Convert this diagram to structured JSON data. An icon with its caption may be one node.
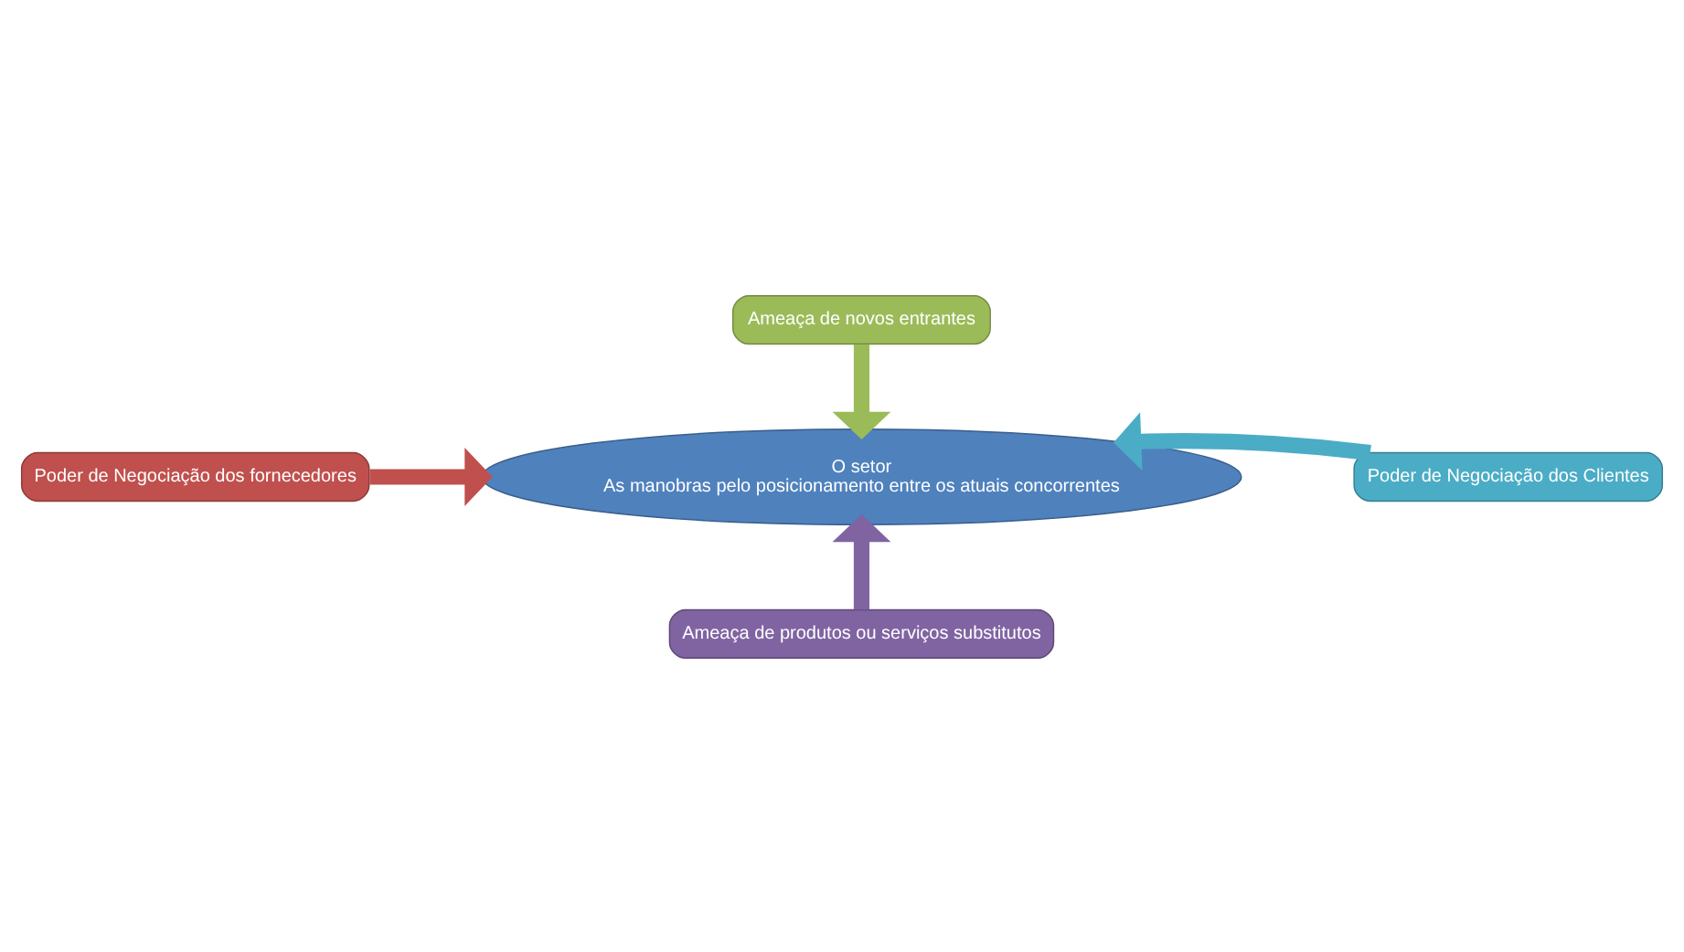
{
  "diagram": {
    "nodes": [
      {
        "text": [
          "Ameaça de novos entrantes"
        ]
      },
      {
        "text": [
          "Poder de Negociação dos fornecedores"
        ]
      },
      {
        "text": [
          "O setor",
          "As manobras pelo posicionamento entre os atuais concorrentes"
        ]
      },
      {
        "text": [
          "Poder de Negociação dos Clientes"
        ]
      },
      {
        "text": [
          "Ameaça de produtos ou serviços substitutos"
        ]
      }
    ],
    "edges": [
      {
        "from": 0,
        "to": 2,
        "arrow": "to",
        "color": "#9bbb59"
      },
      {
        "from": 1,
        "to": 2,
        "arrow": "to",
        "color": "#c0504d"
      },
      {
        "from": 3,
        "to": 2,
        "arrow": "to",
        "color": "#4bacc6"
      },
      {
        "from": 4,
        "to": 2,
        "arrow": "to",
        "color": "#8064a2"
      }
    ]
  }
}
